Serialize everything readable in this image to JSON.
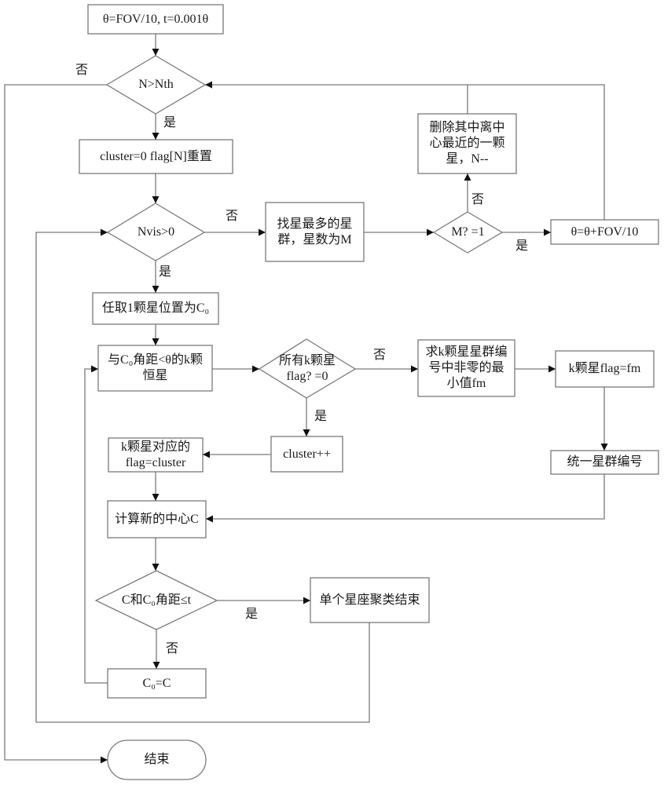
{
  "nodes": {
    "init": "θ=FOV/10, t=0.001θ",
    "check_n": "N>Nth",
    "reset": "cluster=0  flag[N]重置",
    "check_nvis": "Nvis>0",
    "find_max": "找星最多的星\n群，星数为M",
    "check_m": "M? =1",
    "theta_inc": "θ=θ+FOV/10",
    "delete_star": "删除其中离中\n心最近的一颗\n星，N--",
    "pick_c0": "任取1颗星位置为C₀",
    "k_stars": "与C₀角距<θ的k颗\n恒星",
    "check_flags": "所有k颗星\nflag? =0",
    "min_fm": "求k颗星星群编\n号中非零的最\n小值fm",
    "set_fm": "k颗星flag=fm",
    "unify": "统一星群编号",
    "cluster_inc": "cluster++",
    "set_cluster": "k颗星对应的\nflag=cluster",
    "compute_c": "计算新的中心C",
    "check_dist": "C和C₀角距≤t",
    "cluster_end": "单个星座聚类结束",
    "assign_c0": "C₀=C",
    "end": "结束"
  },
  "labels": {
    "yes": "是",
    "no": "否"
  }
}
